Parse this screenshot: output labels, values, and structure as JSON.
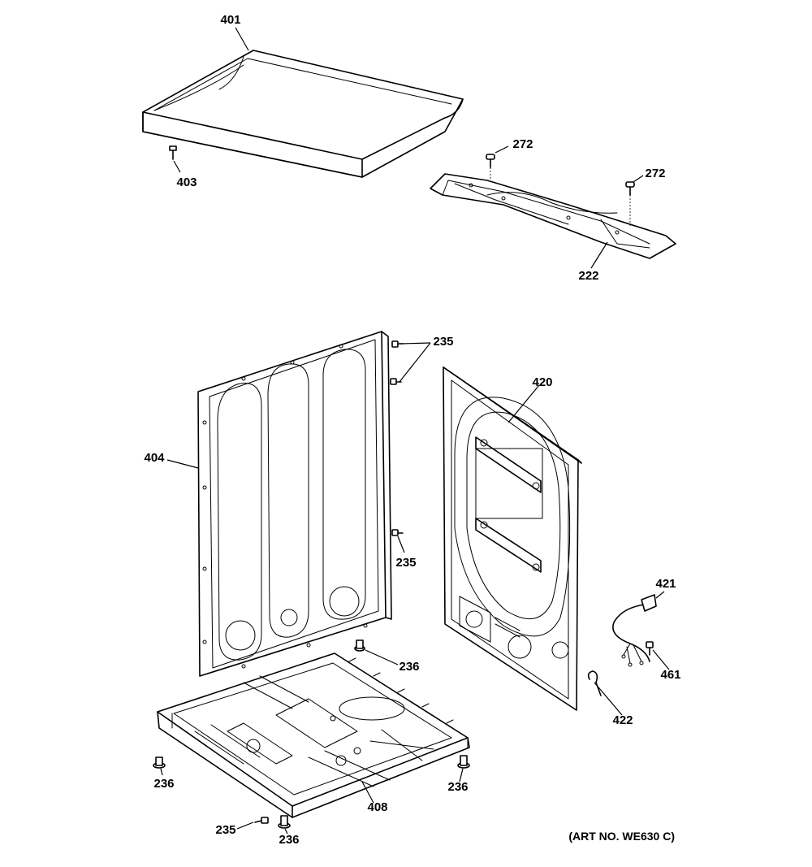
{
  "callouts": {
    "c401": "401",
    "c403": "403",
    "c272a": "272",
    "c272b": "272",
    "c222": "222",
    "c235a": "235",
    "c420": "420",
    "c404": "404",
    "c235b": "235",
    "c421": "421",
    "c236a": "236",
    "c461": "461",
    "c422": "422",
    "c236b": "236",
    "c236c": "236",
    "c408": "408",
    "c235c": "235",
    "c236d": "236"
  },
  "art_number": "(ART NO. WE630 C)"
}
